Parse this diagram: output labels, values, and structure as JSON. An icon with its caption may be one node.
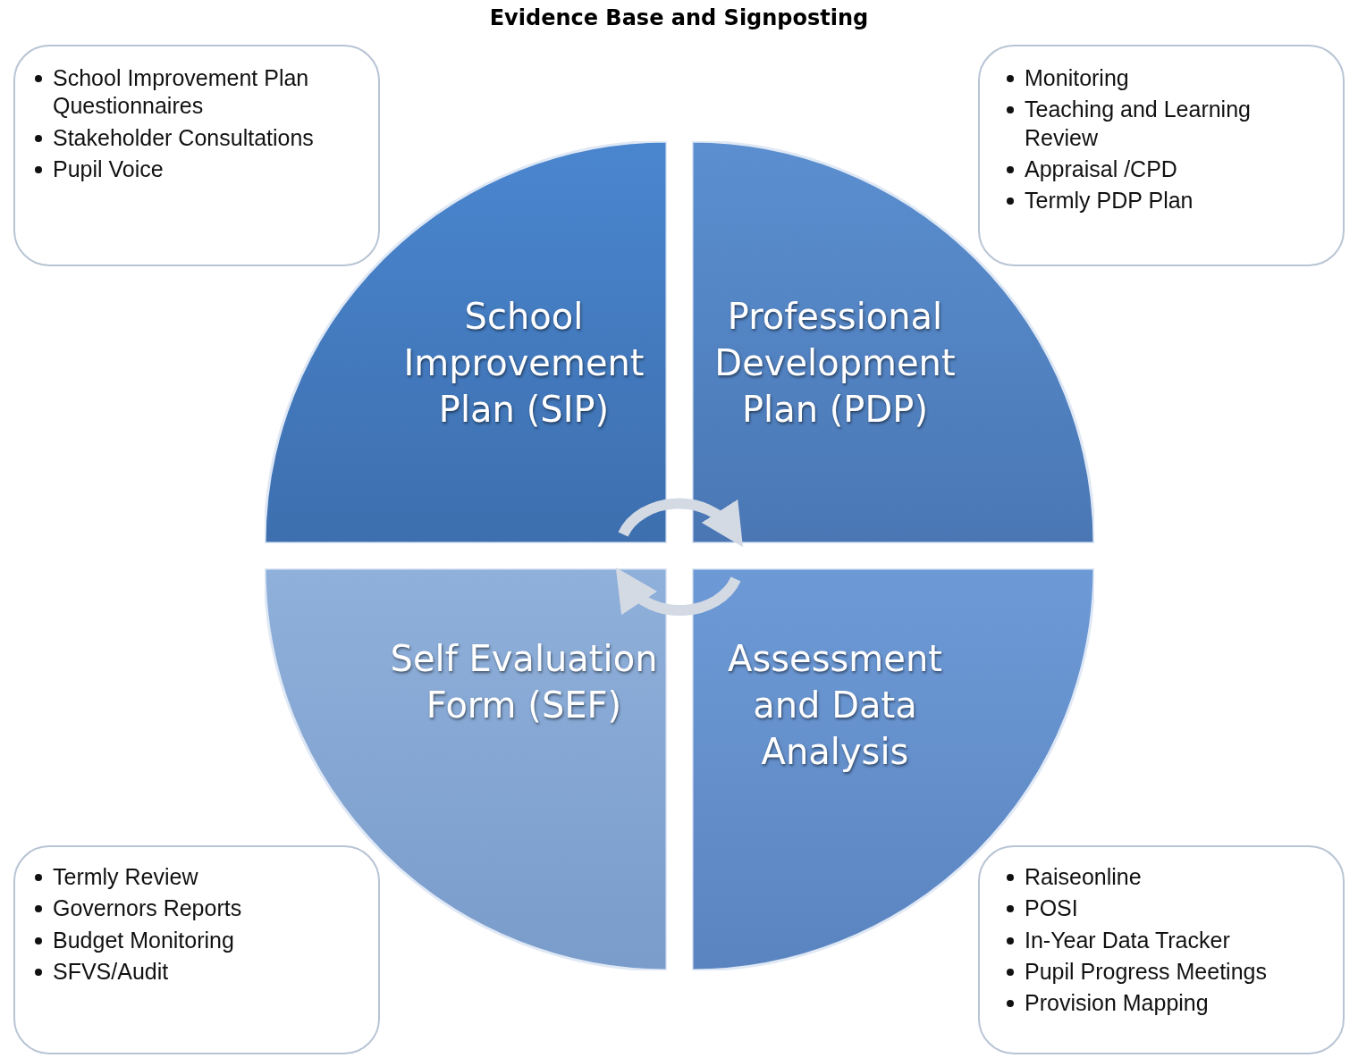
{
  "diagram": {
    "title": "Evidence Base and Signposting",
    "nodes": [
      {
        "text": [
          "School Improvement Plan Questionnaires",
          "Stakeholder Consultations",
          "Pupil Voice"
        ]
      },
      {
        "text": [
          "Monitoring",
          "Teaching and Learning Review",
          "Appraisal /CPD",
          "Termly PDP Plan"
        ]
      },
      {
        "text": [
          "School Improvement Plan (SIP)"
        ]
      },
      {
        "text": [
          "Professional Development Plan (PDP)"
        ]
      },
      {
        "text": [
          "Self Evaluation Form (SEF)"
        ]
      },
      {
        "text": [
          "Assessment and Data Analysis"
        ]
      },
      {
        "text": [
          "Termly Review",
          "Governors Reports",
          "Budget Monitoring",
          "SFVS/Audit"
        ]
      },
      {
        "text": [
          "Raiseonline",
          "POSI",
          "In-Year Data Tracker",
          "Pupil Progress Meetings",
          "Provision Mapping"
        ]
      }
    ],
    "edges": [
      {
        "from": 2,
        "to": 3,
        "arrow": "to"
      },
      {
        "from": 5,
        "to": 4,
        "arrow": "to"
      }
    ]
  }
}
